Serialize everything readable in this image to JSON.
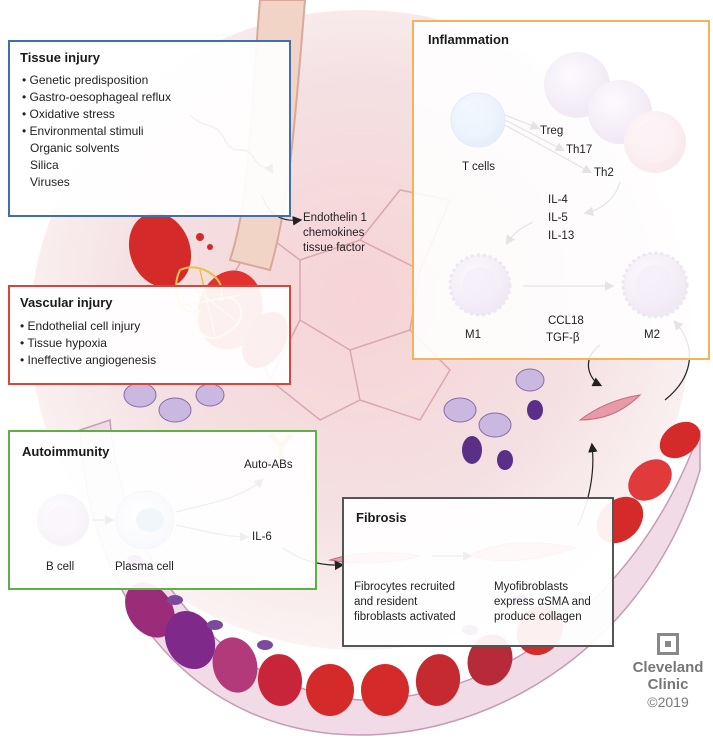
{
  "colors": {
    "tissue_border": "#3f6fb0",
    "vascular_border": "#d8453a",
    "inflammation_border": "#f3b35b",
    "autoimmunity_border": "#5fae46",
    "fibrosis_border": "#555555",
    "rbc_red": "#d42a2a",
    "cell_purple": "#8a4fb0"
  },
  "tissue_injury": {
    "title": "Tissue injury",
    "items": [
      "• Genetic predisposition",
      "• Gastro-oesophageal reflux",
      "• Oxidative stress",
      "• Environmental stimuli",
      "Organic solvents",
      "Silica",
      "Viruses"
    ]
  },
  "endothelin": {
    "line1": "Endothelin 1",
    "line2": "chemokines",
    "line3": "tissue factor"
  },
  "vascular_injury": {
    "title": "Vascular injury",
    "items": [
      "• Endothelial cell injury",
      "• Tissue hypoxia",
      "• Ineffective angiogenesis"
    ]
  },
  "inflammation": {
    "title": "Inflammation",
    "t_cells": "T cells",
    "treg": "Treg",
    "th17": "Th17",
    "th2": "Th2",
    "il4": "IL-4",
    "il5": "IL-5",
    "il13": "IL-13",
    "m1": "M1",
    "m2": "M2",
    "ccl18": "CCL18",
    "tgfb": "TGF-β"
  },
  "autoimmunity": {
    "title": "Autoimmunity",
    "auto_abs": "Auto-ABs",
    "il6": "IL-6",
    "b_cell": "B cell",
    "plasma_cell": "Plasma cell"
  },
  "fibrosis": {
    "title": "Fibrosis",
    "left_text": "Fibrocytes recruited and resident fibroblasts activated",
    "right_text": "Myofibroblasts express αSMA and produce collagen"
  },
  "logo": {
    "name_line1": "Cleveland",
    "name_line2": "Clinic",
    "copyright": "©2019"
  }
}
